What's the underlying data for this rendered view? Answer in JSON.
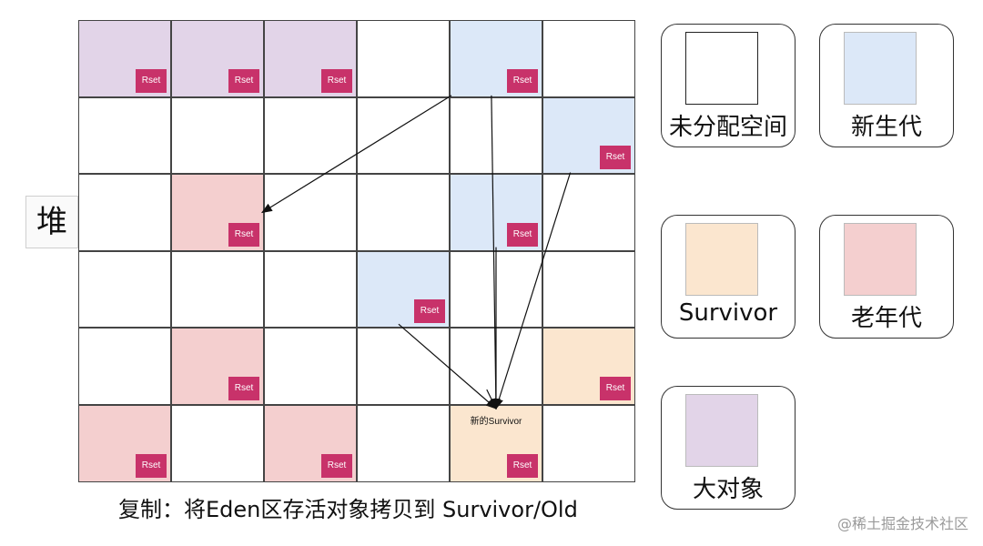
{
  "heap": {
    "label": "堆",
    "rset_label": "Rset",
    "target_note": "新的Survivor",
    "colors": {
      "unallocated": "#ffffff",
      "young": "#dce8f8",
      "survivor": "#fbe6cf",
      "old": "#f4cfcf",
      "humongous": "#e2d4e8",
      "rset": "#c8326a"
    },
    "rows": [
      [
        {
          "type": "humongous",
          "rset": true
        },
        {
          "type": "humongous",
          "rset": true
        },
        {
          "type": "humongous",
          "rset": true
        },
        {
          "type": "unallocated",
          "rset": false
        },
        {
          "type": "young",
          "rset": true
        },
        {
          "type": "unallocated",
          "rset": false
        }
      ],
      [
        {
          "type": "unallocated",
          "rset": false
        },
        {
          "type": "unallocated",
          "rset": false
        },
        {
          "type": "unallocated",
          "rset": false
        },
        {
          "type": "unallocated",
          "rset": false
        },
        {
          "type": "unallocated",
          "rset": false
        },
        {
          "type": "young",
          "rset": true
        }
      ],
      [
        {
          "type": "unallocated",
          "rset": false
        },
        {
          "type": "old",
          "rset": true
        },
        {
          "type": "unallocated",
          "rset": false
        },
        {
          "type": "unallocated",
          "rset": false
        },
        {
          "type": "young",
          "rset": true
        },
        {
          "type": "unallocated",
          "rset": false
        }
      ],
      [
        {
          "type": "unallocated",
          "rset": false
        },
        {
          "type": "unallocated",
          "rset": false
        },
        {
          "type": "unallocated",
          "rset": false
        },
        {
          "type": "young",
          "rset": true
        },
        {
          "type": "unallocated",
          "rset": false
        },
        {
          "type": "unallocated",
          "rset": false
        }
      ],
      [
        {
          "type": "unallocated",
          "rset": false
        },
        {
          "type": "old",
          "rset": true
        },
        {
          "type": "unallocated",
          "rset": false
        },
        {
          "type": "unallocated",
          "rset": false
        },
        {
          "type": "unallocated",
          "rset": false
        },
        {
          "type": "survivor",
          "rset": true
        }
      ],
      [
        {
          "type": "old",
          "rset": true
        },
        {
          "type": "unallocated",
          "rset": false
        },
        {
          "type": "old",
          "rset": true
        },
        {
          "type": "unallocated",
          "rset": false
        },
        {
          "type": "survivor",
          "rset": true
        },
        {
          "type": "unallocated",
          "rset": false
        }
      ]
    ],
    "arrows": [
      {
        "from": [
          0,
          4
        ],
        "to": [
          2,
          1
        ]
      },
      {
        "from": [
          0,
          4
        ],
        "to": [
          5,
          4
        ]
      },
      {
        "from": [
          2,
          4
        ],
        "to": [
          5,
          4
        ]
      },
      {
        "from": [
          1,
          5
        ],
        "to": [
          5,
          4
        ]
      },
      {
        "from": [
          3,
          3
        ],
        "to": [
          5,
          4
        ]
      },
      {
        "from": [
          4,
          4
        ],
        "to": [
          5,
          4
        ]
      }
    ]
  },
  "legend": [
    {
      "label": "未分配空间",
      "color": "#ffffff"
    },
    {
      "label": "新生代",
      "color": "#dce8f8"
    },
    {
      "label": "Survivor",
      "color": "#fbe6cf"
    },
    {
      "label": "老年代",
      "color": "#f4cfcf"
    },
    {
      "label": "大对象",
      "color": "#e2d4e8"
    }
  ],
  "caption": "复制：将Eden区存活对象拷贝到 Survivor/Old",
  "watermark": "@稀土掘金技术社区"
}
